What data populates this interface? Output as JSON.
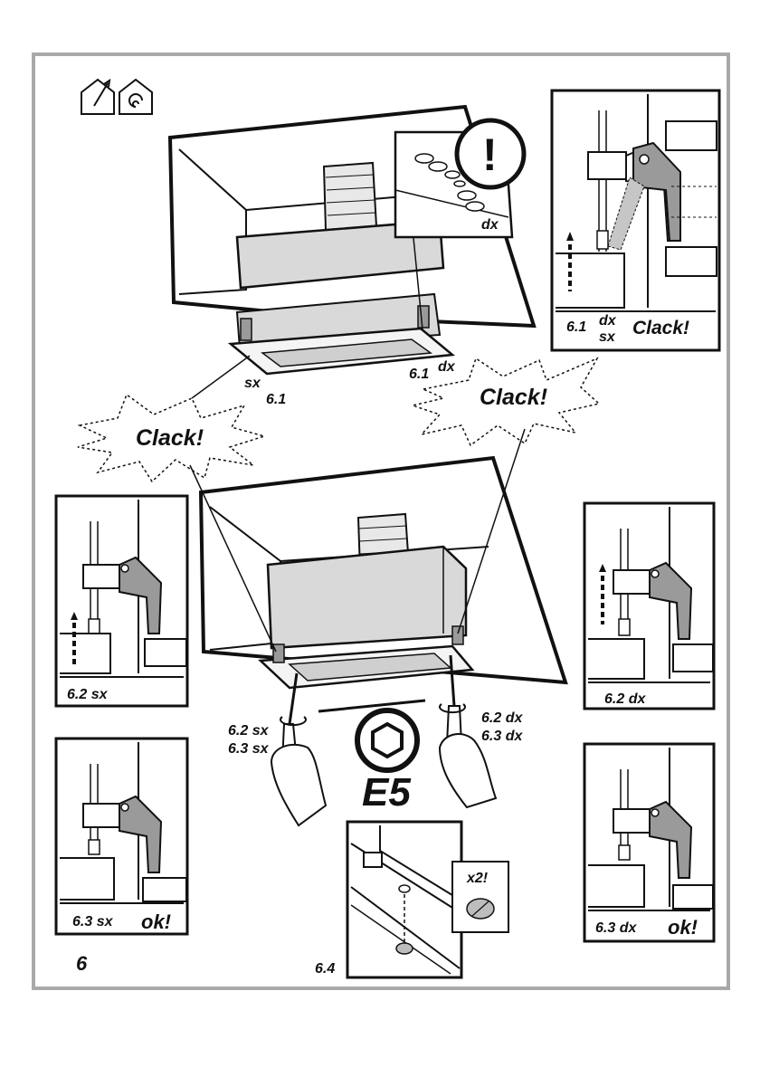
{
  "colors": {
    "frame_border": "#a9a9a9",
    "line": "#111111",
    "hood_fill": "#d9d9d9",
    "bracket_fill": "#9a9a9a",
    "ghost_fill": "#c6c6c6"
  },
  "icons": [
    "house-vent-out-icon",
    "house-recirculation-icon",
    "warning-icon",
    "hex-key-icon"
  ],
  "labels": {
    "warning": "!",
    "dx": "dx",
    "sx": "sx",
    "step_6_1": "6.1",
    "step_6_2_sx": "6.2 sx",
    "step_6_3_sx": "6.3 sx",
    "step_6_2_dx": "6.2 dx",
    "step_6_3_dx": "6.3 dx",
    "step_6_4": "6.4",
    "clack": "Clack!",
    "ok": "ok!",
    "tool": "E5",
    "times_two": "x2!",
    "page_number": "6",
    "inset_top_step": "6.1",
    "inset_top_dx": "dx",
    "inset_top_sx": "sx"
  }
}
